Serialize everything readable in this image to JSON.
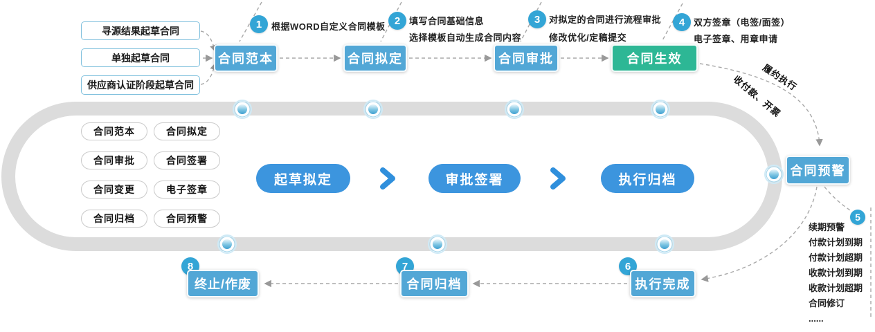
{
  "sources": [
    "寻源结果起草合同",
    "单独起草合同",
    "供应商认证阶段起草合同"
  ],
  "top_flow": [
    "合同范本",
    "合同拟定",
    "合同审批",
    "合同生效"
  ],
  "annotations": [
    {
      "num": "1",
      "line1": "根据WORD自定义合同模板",
      "line2": ""
    },
    {
      "num": "2",
      "line1": "填写合同基础信息",
      "line2": "选择模板自动生成合同内容"
    },
    {
      "num": "3",
      "line1": "对拟定的合同进行流程审批",
      "line2": "修改优化/定稿提交"
    },
    {
      "num": "4",
      "line1": "双方签章（电签/面签）",
      "line2": "电子签章、用章申请"
    }
  ],
  "loop_pills": [
    "合同范本",
    "合同拟定",
    "合同审批",
    "合同签署",
    "合同变更",
    "电子签章",
    "合同归档",
    "合同预警"
  ],
  "center_steps": [
    "起草拟定",
    "审批签署",
    "执行归档"
  ],
  "edge_labels": {
    "execution": "履约执行",
    "payment": "收付款、开票"
  },
  "warning_box": {
    "label": "合同预警",
    "badge": "5",
    "items": [
      "续期预警",
      "付款计划到期",
      "付款计划超期",
      "收款计划到期",
      "收款计划超期",
      "合同修订",
      "......"
    ]
  },
  "bottom_flow": [
    {
      "badge": "6",
      "label": "执行完成"
    },
    {
      "badge": "7",
      "label": "合同归档"
    },
    {
      "badge": "8",
      "label": "终止/作废"
    }
  ],
  "colors": {
    "stage_blue": "#52a7d6",
    "effective_green": "#2db795",
    "step_blue": "#3c95de",
    "badge_blue": "#33a5d6",
    "ring_gray": "#dcdcdc",
    "dash_gray": "#a8a8a8"
  },
  "icons": {
    "step_separator": "chevron-right-icon",
    "track_marker": "node-dot-icon",
    "connector": "dashed-arrow-icon"
  }
}
